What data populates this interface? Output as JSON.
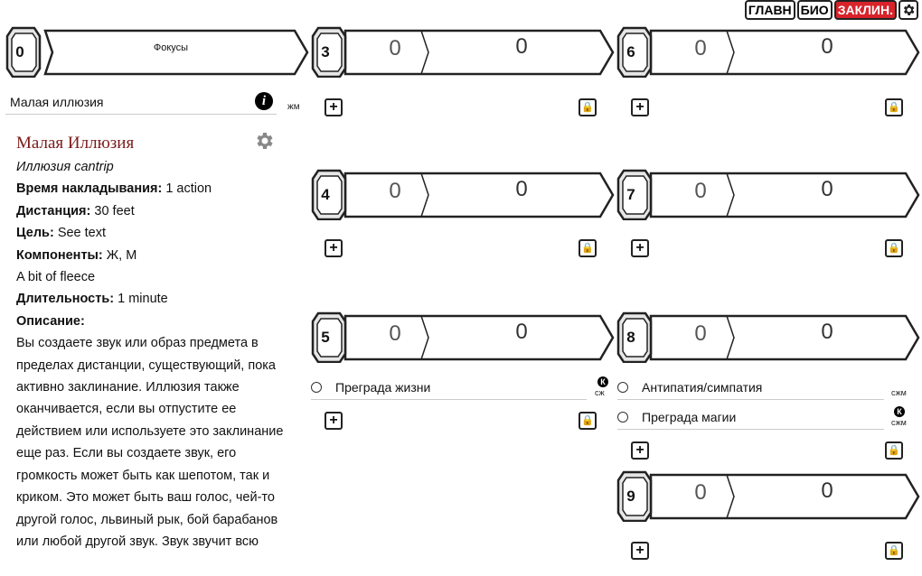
{
  "tabs": {
    "main": "ГЛАВН",
    "bio": "БИО",
    "spells": "ЗАКЛИН."
  },
  "levels": [
    {
      "num": "0",
      "foci": "Фокусы"
    },
    {
      "num": "3",
      "slots": "0",
      "max": "0"
    },
    {
      "num": "4",
      "slots": "0",
      "max": "0"
    },
    {
      "num": "5",
      "slots": "0",
      "max": "0"
    },
    {
      "num": "6",
      "slots": "0",
      "max": "0"
    },
    {
      "num": "7",
      "slots": "0",
      "max": "0"
    },
    {
      "num": "8",
      "slots": "0",
      "max": "0"
    },
    {
      "num": "9",
      "slots": "0",
      "max": "0"
    }
  ],
  "buttons": {
    "add": "+",
    "lock": "🔒"
  },
  "cantrip": {
    "name": "Малая иллюзия",
    "components": "жм"
  },
  "detail": {
    "title": "Малая Иллюзия",
    "subtitle": "Иллюзия cantrip",
    "cast_time_label": "Время накладывания:",
    "cast_time": " 1 action",
    "range_label": "Дистанция:",
    "range": " 30 feet",
    "target_label": "Цель:",
    "target": " See text",
    "components_label": "Компоненты:",
    "components": " Ж, М",
    "material": "A bit of fleece",
    "duration_label": "Длительность:",
    "duration": "  1 minute",
    "description_label": "Описание:",
    "description": "Вы создаете звук или образ предмета в пределах дистанции, существующий, пока активно заклинание. Иллюзия также оканчивается, если вы отпустите ее действием или используете это заклинание еще раз. Если вы создаете звук, его громкость может быть как шепотом, так и криком. Это может быть ваш голос, чей-то другой голос, львиный рык, бой барабанов или любой другой звук. Звук звучит всю"
  },
  "spells_5": [
    {
      "name": "Преграда жизни",
      "components": "сж"
    }
  ],
  "spells_8": [
    {
      "name": "Антипатия/симпатия",
      "components": "сжм"
    },
    {
      "name": "Преграда магии",
      "components": "сжм"
    }
  ],
  "concentration_mark": "К"
}
